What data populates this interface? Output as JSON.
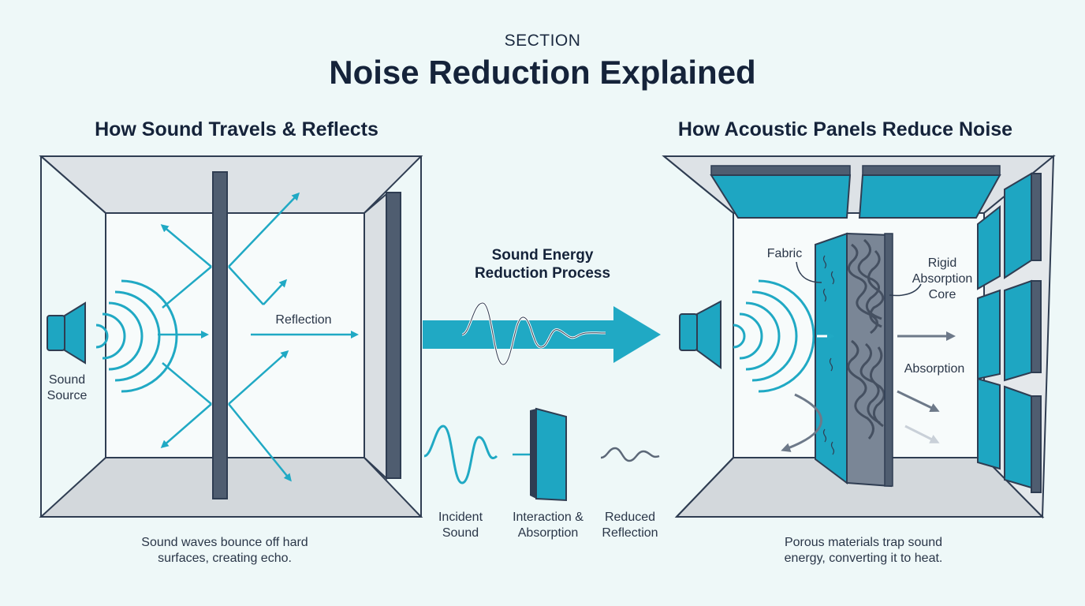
{
  "section_label": "SECTION",
  "title": "Noise Reduction Explained",
  "left_panel": {
    "heading": "How Sound Travels & Reflects",
    "source_label": "Sound\nSource",
    "reflection_label": "Reflection",
    "caption": "Sound waves bounce off hard\nsurfaces, creating echo."
  },
  "middle_panel": {
    "heading": "Sound Energy\nReduction Process",
    "steps": [
      "Incident\nSound",
      "Interaction &\nAbsorption",
      "Reduced\nReflection"
    ]
  },
  "right_panel": {
    "heading": "How Acoustic Panels Reduce Noise",
    "fabric_label": "Fabric",
    "core_label": "Rigid\nAbsorption\nCore",
    "absorption_label": "Absorption",
    "caption": "Porous materials trap sound\nenergy, converting it to heat."
  },
  "colors": {
    "accent": "#20a9c4",
    "panel": "#1ea6c2",
    "dark": "#2f3d52",
    "wall": "#dadfe3",
    "background": "#eef8f8"
  }
}
